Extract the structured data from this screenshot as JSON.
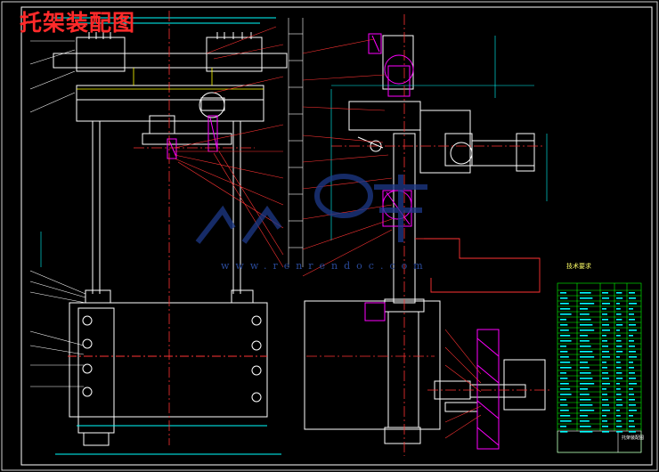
{
  "drawing": {
    "title": "托架装配图",
    "watermark_url": "www.renrendoc.com",
    "tech_requirements_label": "技术要求",
    "title_block_text": "托架装配图"
  },
  "colors": {
    "background": "#000000",
    "frame": "#ffffff",
    "outline": "#ffffff",
    "section": "#ff00ff",
    "centerline": "#ff3333",
    "dimension": "#00ffff",
    "leader": "#ff3333",
    "hidden": "#ffff00",
    "table_line": "#00ff00",
    "table_text": "#00ffff",
    "title": "#ff2a2a",
    "watermark": "#1e3a8a"
  },
  "icons": {
    "watermark": "renrendoc-logo-icon"
  }
}
